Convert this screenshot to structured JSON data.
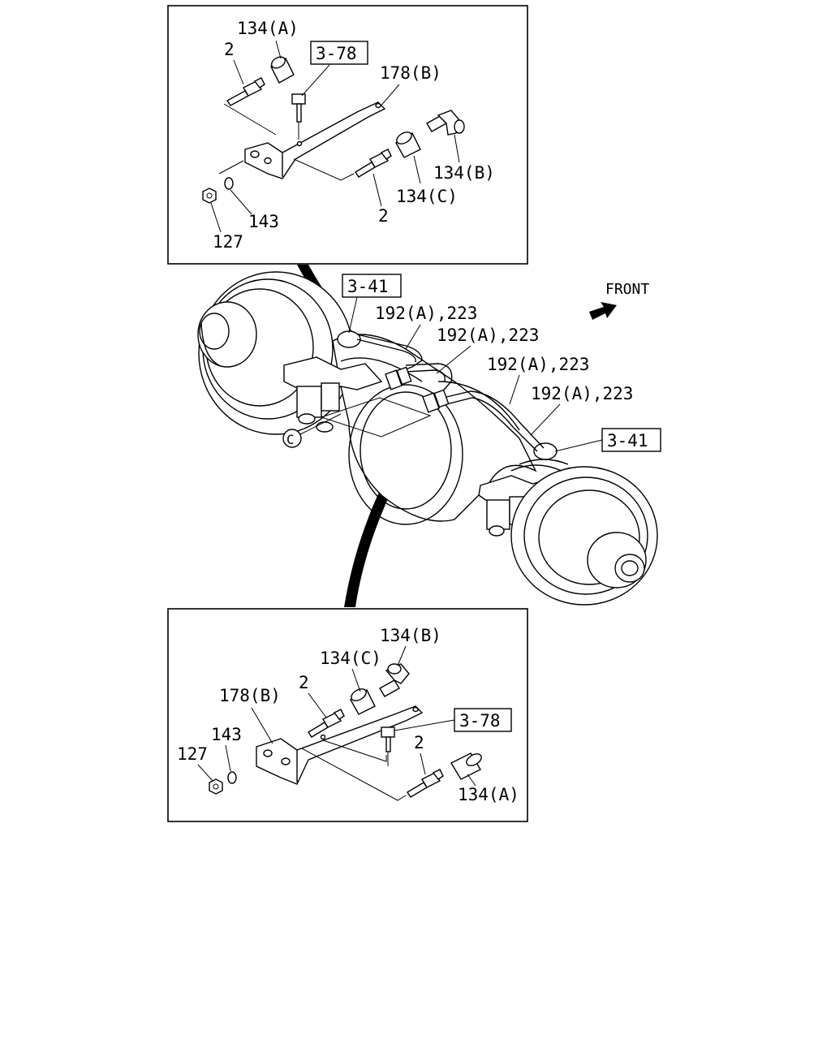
{
  "top_detail": {
    "labels": {
      "p134a": "134(A)",
      "p2a": "2",
      "ref378": "3-78",
      "p178b": "178(B)",
      "p134b": "134(B)",
      "p134c": "134(C)",
      "p2b": "2",
      "p143": "143",
      "p127": "127"
    }
  },
  "main_view": {
    "labels": {
      "ref341a": "3-41",
      "p192a": "192(A),223",
      "p192b": "192(A),223",
      "p192c": "192(A),223",
      "p192d": "192(A),223",
      "ref341b": "3-41",
      "front": "FRONT",
      "circle_c": "C"
    }
  },
  "bottom_detail": {
    "labels": {
      "p134b": "134(B)",
      "p134c": "134(C)",
      "p2a": "2",
      "p178b": "178(B)",
      "ref378": "3-78",
      "p143": "143",
      "p127": "127",
      "p2b": "2",
      "p134a": "134(A)"
    }
  }
}
